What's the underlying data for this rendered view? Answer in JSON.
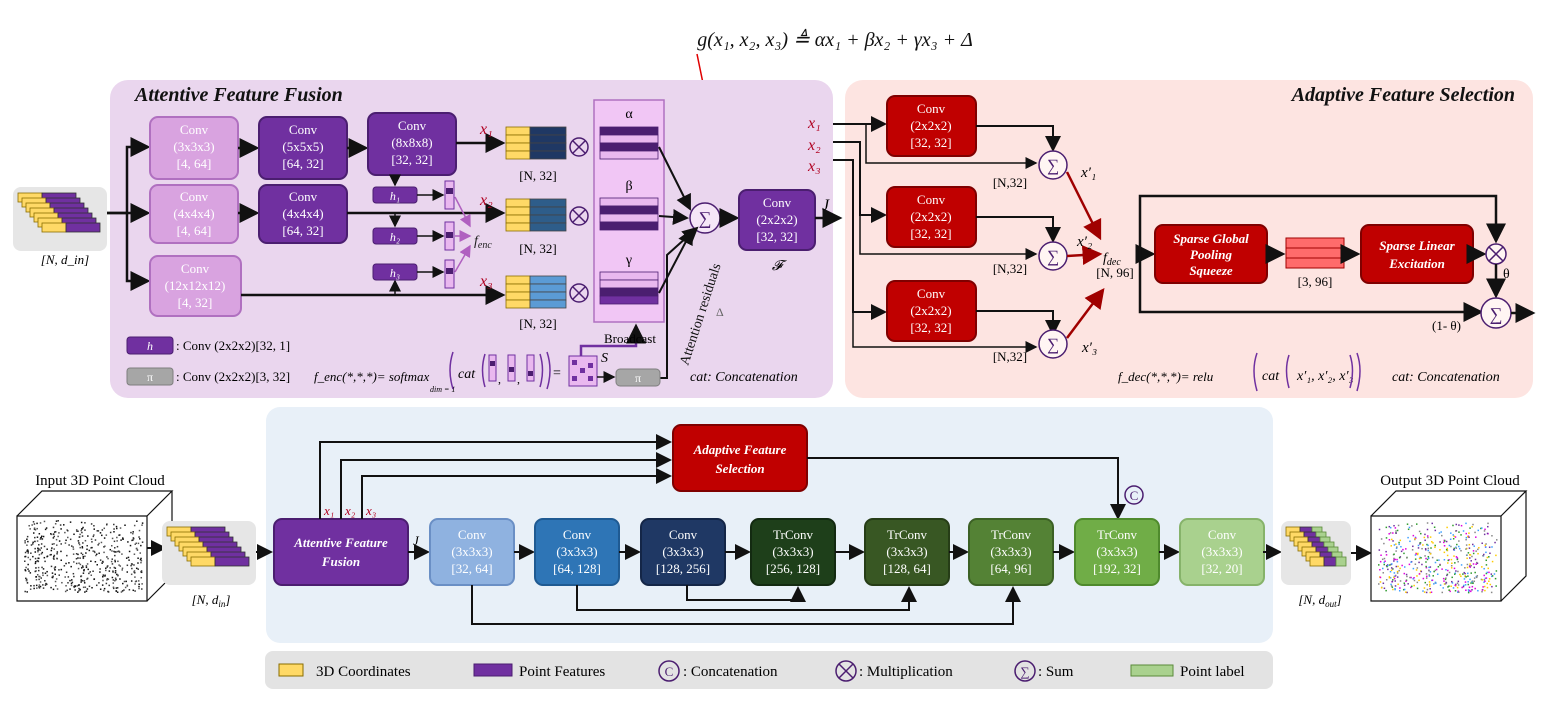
{
  "formula_top": "g(x₁, x₂, x₃) ≜ αx₁ + βx₂ + γx₃ + Δ",
  "aff": {
    "title": "Attentive Feature Fusion",
    "conv_a1": [
      "Conv",
      "(3x3x3)",
      "[4, 64]"
    ],
    "conv_a2": [
      "Conv",
      "(5x5x5)",
      "[64, 32]"
    ],
    "conv_a3": [
      "Conv",
      "(8x8x8)",
      "[32, 32]"
    ],
    "conv_b1": [
      "Conv",
      "(4x4x4)",
      "[4, 64]"
    ],
    "conv_b2": [
      "Conv",
      "(4x4x4)",
      "[64, 32]"
    ],
    "conv_c1": [
      "Conv",
      "(12x12x12)",
      "[4, 32]"
    ],
    "x1": "x₁",
    "x2": "x₂",
    "x3": "x₃",
    "h1": "h₁",
    "h2": "h₂",
    "h3": "h₃",
    "fenc": "f_enc",
    "shape_n32": "[N, 32]",
    "alpha": "α",
    "beta": "β",
    "gamma": "γ",
    "broadcast": "Broadcast",
    "s_label": "S",
    "attention_residuals": "Attention residuals",
    "delta": "Δ",
    "conv_f": [
      "Conv",
      "(2x2x2)",
      "[32, 32]"
    ],
    "f_label": "𝓕",
    "j_label": "J",
    "input_shape": "[N, d_in]",
    "legend_h_sym": "h",
    "legend_h": ": Conv (2x2x2)[32, 1]",
    "legend_pi_sym": "π",
    "legend_pi": ": Conv (2x2x2)[3, 32]",
    "fenc_formula_left": "f_enc(*,*,*)= softmax",
    "fenc_dim": "dim = 1",
    "fenc_cat": "cat",
    "cat_note": "cat: Concatenation"
  },
  "afs": {
    "title": "Adaptive Feature Selection",
    "x1": "x₁",
    "x2": "x₂",
    "x3": "x₃",
    "conv": [
      "Conv",
      "(2x2x2)",
      "[32, 32]"
    ],
    "shape_n32": "[N,32]",
    "xp1": "x′₁",
    "xp2": "x′₂",
    "xp3": "x′₃",
    "fdec": "f_dec",
    "shape_n96": "[N, 96]",
    "pool": [
      "Sparse Global",
      "Pooling",
      "Squeeze"
    ],
    "excite": [
      "Sparse Linear",
      "Excitation"
    ],
    "shape_396": "[3, 96]",
    "theta": "θ",
    "one_minus_theta": "(1- θ)",
    "fdec_formula": "f_dec(*,*,*)= relu",
    "fdec_cat": "cat",
    "fdec_args": "x′₁, x′₂, x′₃",
    "cat_note": "cat: Concatenation"
  },
  "bottom": {
    "input_title": "Input 3D Point Cloud",
    "output_title": "Output 3D Point Cloud",
    "in_shape": "[N, d_in]",
    "out_shape": "[N, d_out]",
    "aff_block": [
      "Attentive Feature",
      "Fusion"
    ],
    "afs_block": [
      "Adaptive Feature",
      "Selection"
    ],
    "x1": "x₁",
    "x2": "x₂",
    "x3": "x₃",
    "j_label": "J",
    "concat_symbol": "C",
    "blocks": [
      {
        "name": "Conv",
        "k": "(3x3x3)",
        "ch": "[32, 64]",
        "color": "#8fb2e0",
        "stroke": "#6a8fc5"
      },
      {
        "name": "Conv",
        "k": "(3x3x3)",
        "ch": "[64, 128]",
        "color": "#2e75b6",
        "stroke": "#1f5a92"
      },
      {
        "name": "Conv",
        "k": "(3x3x3)",
        "ch": "[128, 256]",
        "color": "#1f3864",
        "stroke": "#142647"
      },
      {
        "name": "TrConv",
        "k": "(3x3x3)",
        "ch": "[256, 128]",
        "color": "#1e3f1a",
        "stroke": "#132a11"
      },
      {
        "name": "TrConv",
        "k": "(3x3x3)",
        "ch": "[128, 64]",
        "color": "#385723",
        "stroke": "#263d17"
      },
      {
        "name": "TrConv",
        "k": "(3x3x3)",
        "ch": "[64, 96]",
        "color": "#548235",
        "stroke": "#3c6125"
      },
      {
        "name": "TrConv",
        "k": "(3x3x3)",
        "ch": "[192, 32]",
        "color": "#70ad47",
        "stroke": "#4f8a2d"
      },
      {
        "name": "Conv",
        "k": "(3x3x3)",
        "ch": "[32, 20]",
        "color": "#a9d18e",
        "stroke": "#86b36a"
      }
    ]
  },
  "legend": {
    "coords": "3D Coordinates",
    "features": "Point Features",
    "concat": ": Concatenation",
    "concat_sym": "C",
    "mult": ": Multiplication",
    "sum": ": Sum",
    "label": "Point label"
  },
  "colors": {
    "aff_panel": "#ead6ee",
    "afs_panel": "#fde4e1",
    "bottom_panel": "#e8f0f8",
    "purple_dark": "#7030a0",
    "purple_light": "#d9a3e0",
    "red_block": "#c00000",
    "yellow": "#ffd966",
    "navy": "#1f3864"
  }
}
